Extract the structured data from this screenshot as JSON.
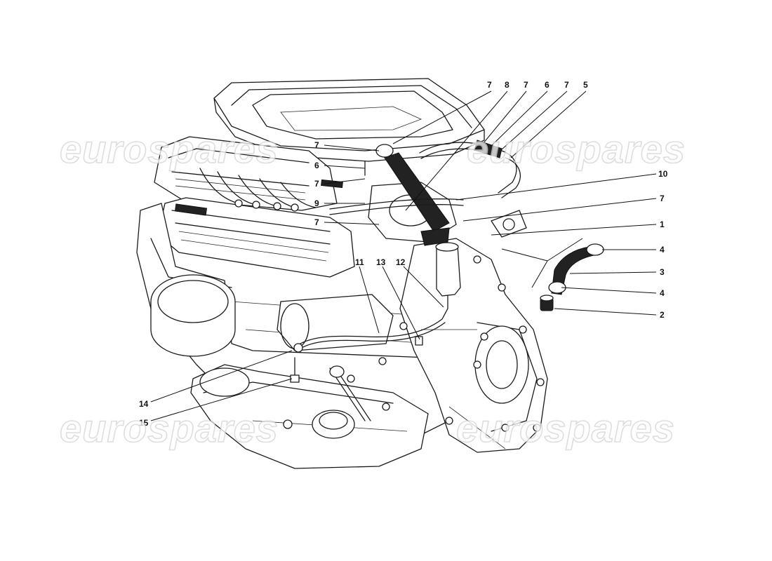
{
  "watermarks": [
    "eurospares",
    "eurospares",
    "eurospares",
    "eurospares"
  ],
  "callouts": [
    {
      "label": "7"
    },
    {
      "label": "8"
    },
    {
      "label": "7"
    },
    {
      "label": "6"
    },
    {
      "label": "7"
    },
    {
      "label": "5"
    },
    {
      "label": "10"
    },
    {
      "label": "7"
    },
    {
      "label": "1"
    },
    {
      "label": "4"
    },
    {
      "label": "3"
    },
    {
      "label": "4"
    },
    {
      "label": "2"
    },
    {
      "label": "7"
    },
    {
      "label": "6"
    },
    {
      "label": "7"
    },
    {
      "label": "9"
    },
    {
      "label": "7"
    },
    {
      "label": "11"
    },
    {
      "label": "13"
    },
    {
      "label": "12"
    },
    {
      "label": "14"
    },
    {
      "label": "15"
    }
  ],
  "colors": {
    "ink": "#1a1a1a",
    "paper": "#ffffff",
    "watermark": "#d4d4d4"
  }
}
